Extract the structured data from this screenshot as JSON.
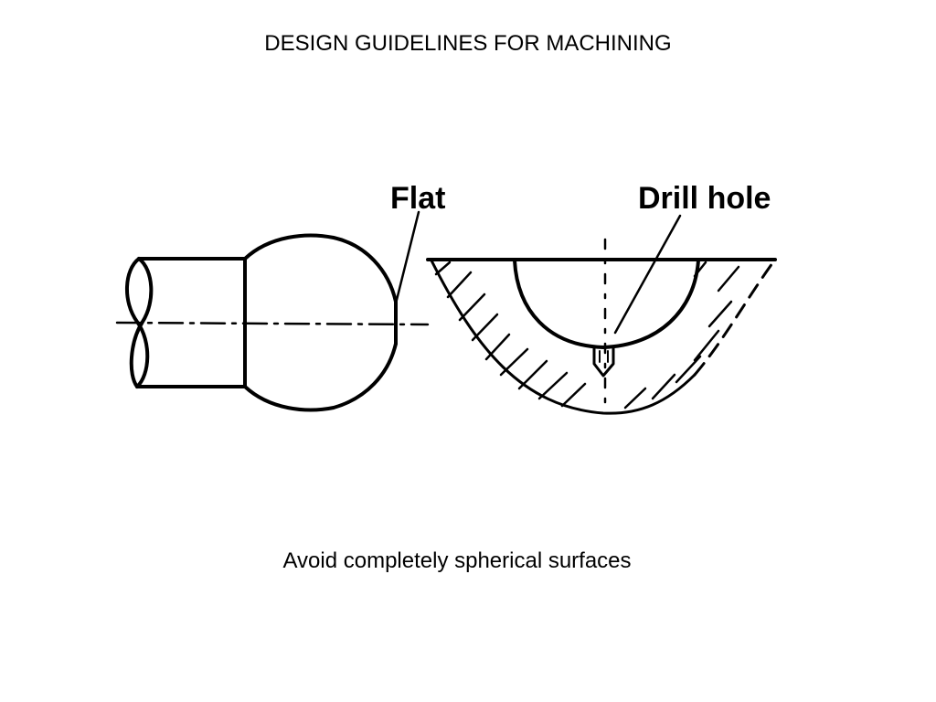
{
  "title": "DESIGN GUIDELINES FOR MACHINING",
  "caption": "Avoid completely spherical surfaces",
  "figure": {
    "left_view": {
      "callout": "Flat"
    },
    "right_view": {
      "callout": "Drill hole"
    }
  },
  "colors": {
    "ink": "#000000",
    "background": "#ffffff"
  }
}
